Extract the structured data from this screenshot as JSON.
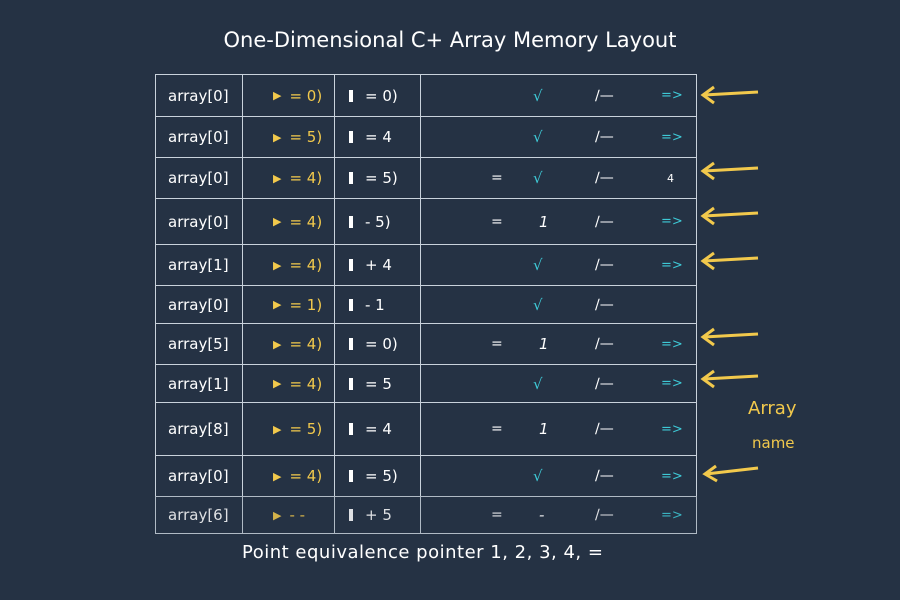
{
  "title": "One-Dimensional C+ Array Memory Layout",
  "rows": [
    {
      "name": "array[0]",
      "ptr": "= 0)",
      "val": "= 0)",
      "mid": "check",
      "end": "arrow"
    },
    {
      "name": "array[0]",
      "ptr": "= 5)",
      "val": "= 4",
      "mid": "check",
      "end": "arrow"
    },
    {
      "name": "array[0]",
      "ptr": "= 4)",
      "val": "= 5)",
      "mid": "eq-check",
      "end": "4"
    },
    {
      "name": "array[0]",
      "ptr": "= 4)",
      "val": "- 5)",
      "mid": "eq-one",
      "end": "arrow"
    },
    {
      "name": "array[1]",
      "ptr": "= 4)",
      "val": "+ 4",
      "mid": "check",
      "end": "arrow"
    },
    {
      "name": "array[0]",
      "ptr": "= 1)",
      "val": "- 1",
      "mid": "check",
      "end": "none"
    },
    {
      "name": "array[5]",
      "ptr": "= 4)",
      "val": "= 0)",
      "mid": "eq-one",
      "end": "arrow"
    },
    {
      "name": "array[1]",
      "ptr": "= 4)",
      "val": "= 5",
      "mid": "check",
      "end": "arrow"
    },
    {
      "name": "array[8]",
      "ptr": "= 5)",
      "val": "= 4",
      "mid": "eq-one",
      "end": "arrow"
    },
    {
      "name": "array[0]",
      "ptr": "= 4)",
      "val": "= 5)",
      "mid": "check",
      "end": "arrow"
    },
    {
      "name": "array[6]",
      "ptr": "- -",
      "val": "+ 5",
      "mid": "eq-dash",
      "end": "arrow"
    }
  ],
  "symbols": {
    "check": "√",
    "one": "1",
    "eq": "=",
    "dash": "-",
    "pointer_arrow": "⇒",
    "row_arrow": "=>",
    "triangle": "▶",
    "marker": "∕—"
  },
  "side_label": {
    "line1": "Array",
    "line2": "name"
  },
  "caption": "Point equivalence pointer 1, 2, 3, 4, =",
  "colors": {
    "background": "#253244",
    "accent": "#f2c94c",
    "cyan": "#3ec9d6",
    "grid": "#c9d2dc"
  }
}
